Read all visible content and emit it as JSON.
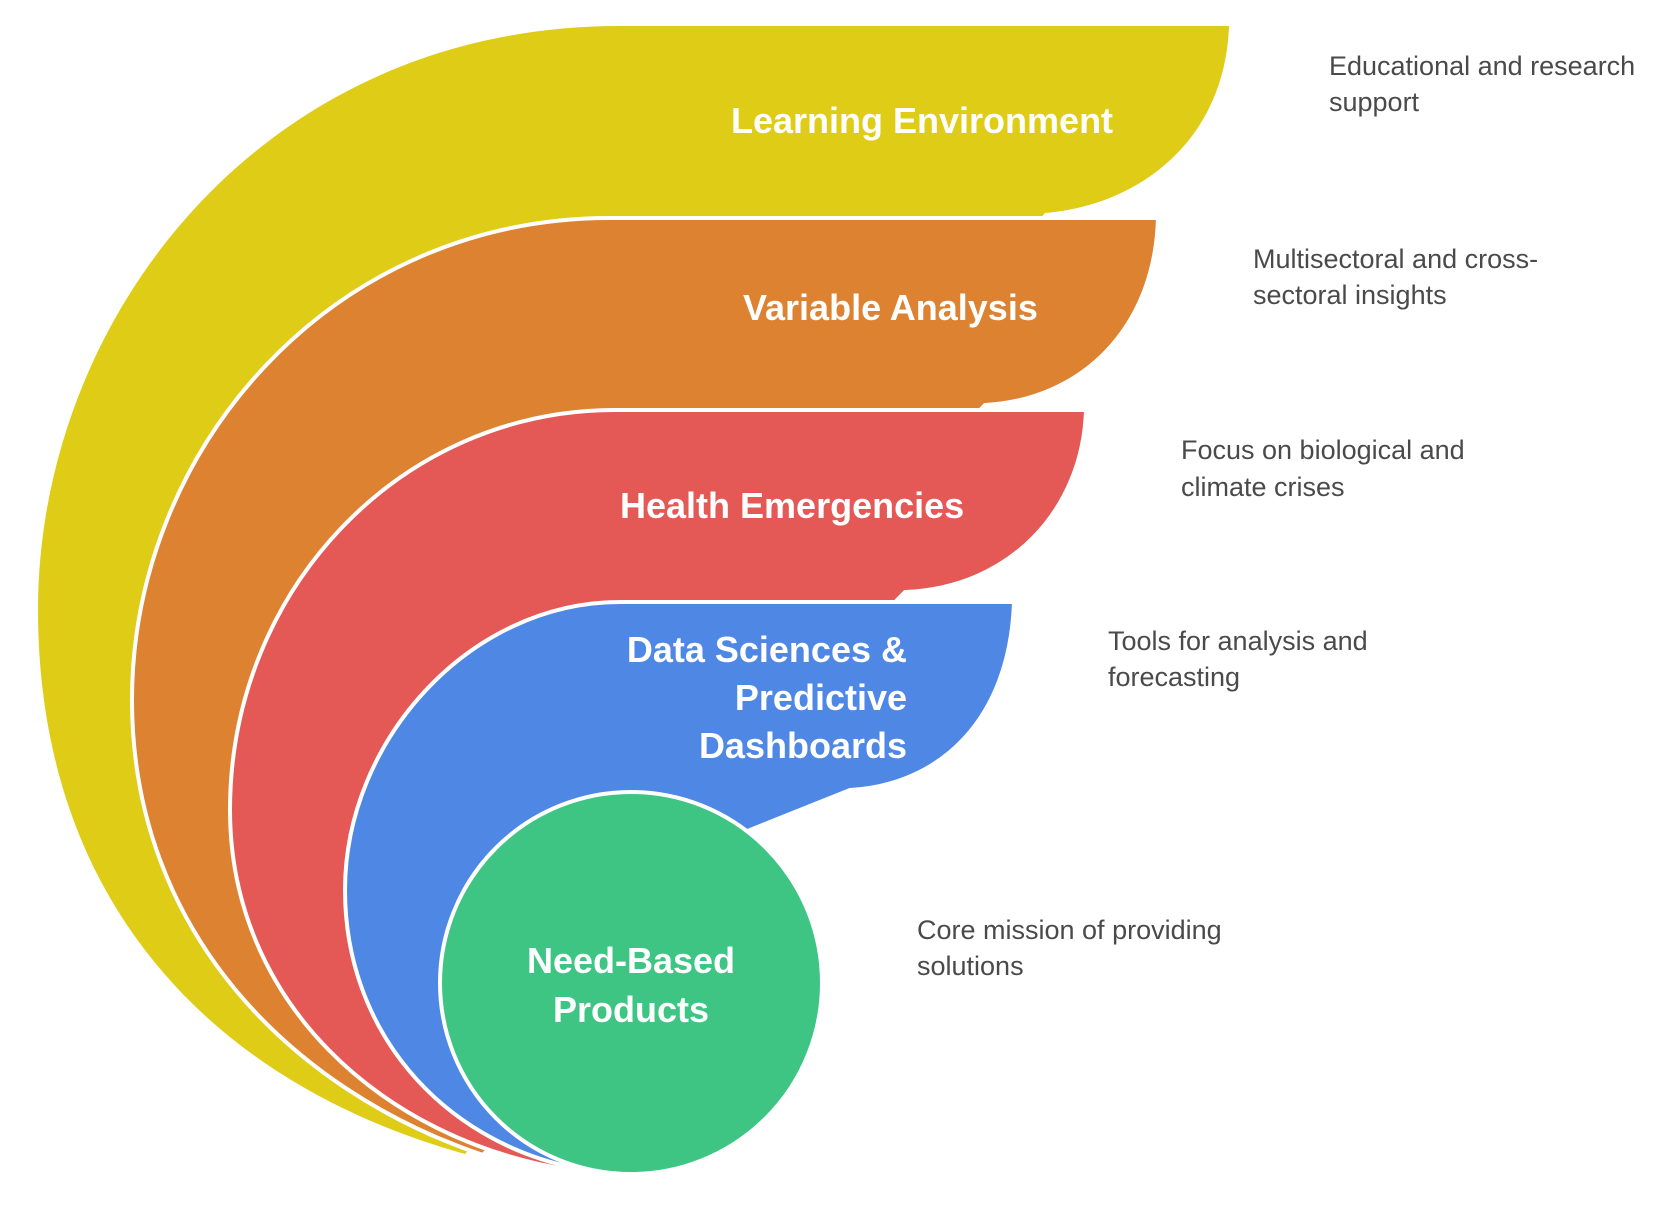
{
  "diagram": {
    "type": "layered-arc-hierarchy",
    "layers": [
      {
        "label": "Learning Environment",
        "description_lines": [
          "Educational and research",
          "support"
        ],
        "color": "#DFCC17"
      },
      {
        "label": "Variable Analysis",
        "description_lines": [
          "Multisectoral and cross-",
          "sectoral insights"
        ],
        "color": "#DD8231"
      },
      {
        "label": "Health Emergencies",
        "description_lines": [
          "Focus on biological and",
          "climate crises"
        ],
        "color": "#E45855"
      },
      {
        "label_lines": [
          "Data Sciences &",
          "Predictive",
          "Dashboards"
        ],
        "description_lines": [
          "Tools for analysis and",
          "forecasting"
        ],
        "color": "#4E88E4"
      },
      {
        "label_lines": [
          "Need-Based",
          "Products"
        ],
        "description_lines": [
          "Core mission of providing",
          "solutions"
        ],
        "color": "#3EC584"
      }
    ]
  }
}
